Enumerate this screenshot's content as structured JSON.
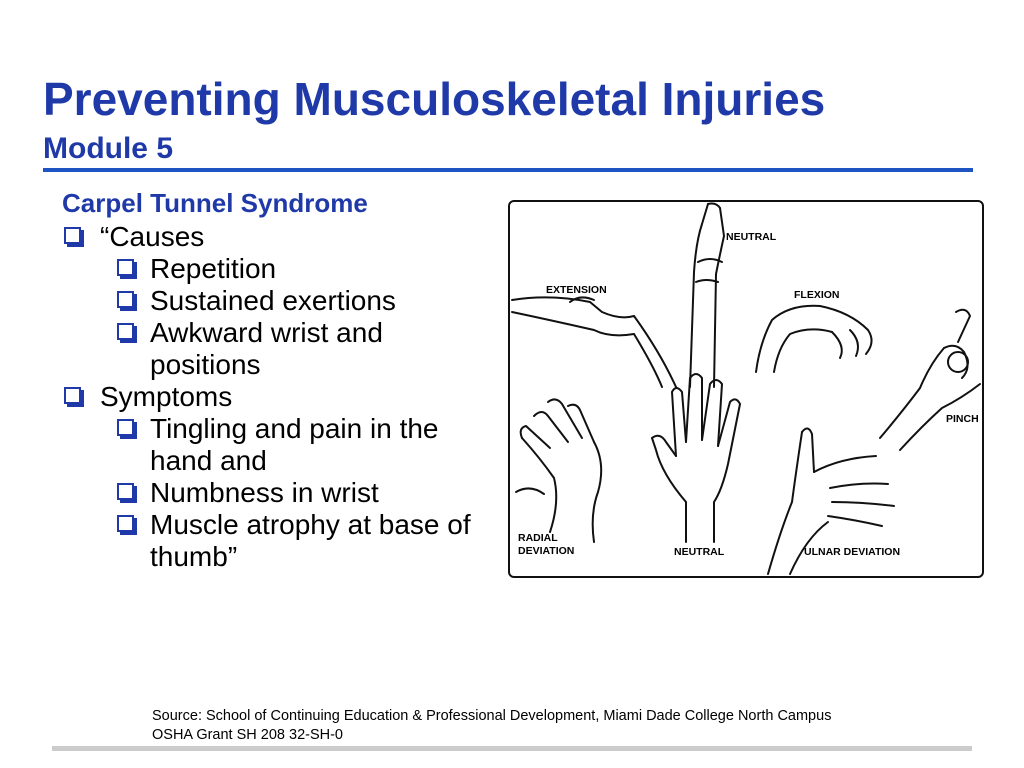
{
  "title": "Preventing Musculoskeletal Injuries",
  "subtitle": "Module 5",
  "section_heading": "Carpel Tunnel Syndrome",
  "bullets": {
    "causes": "“Causes",
    "causes_items": [
      "Repetition",
      "Sustained exertions",
      "Awkward wrist and positions"
    ],
    "symptoms": "Symptoms",
    "symptoms_items": [
      "Tingling and pain in the  hand and",
      "Numbness in wrist",
      "Muscle atrophy at base of thumb”"
    ]
  },
  "figure_labels": {
    "neutral_top": "NEUTRAL",
    "extension": "EXTENSION",
    "flexion": "FLEXION",
    "pinch": "PINCH",
    "radial_1": "RADIAL",
    "radial_2": "DEVIATION",
    "neutral_bottom": "NEUTRAL",
    "ulnar": "ULNAR DEVIATION"
  },
  "source_line1": "Source: School of Continuing  Education  & Professional Development,  Miami Dade College  North Campus",
  "source_line2": "OSHA Grant SH 208 32-SH-0",
  "colors": {
    "title": "#1f3aa8",
    "rule": "#1f55c2",
    "footer_bar": "#cccccc"
  }
}
